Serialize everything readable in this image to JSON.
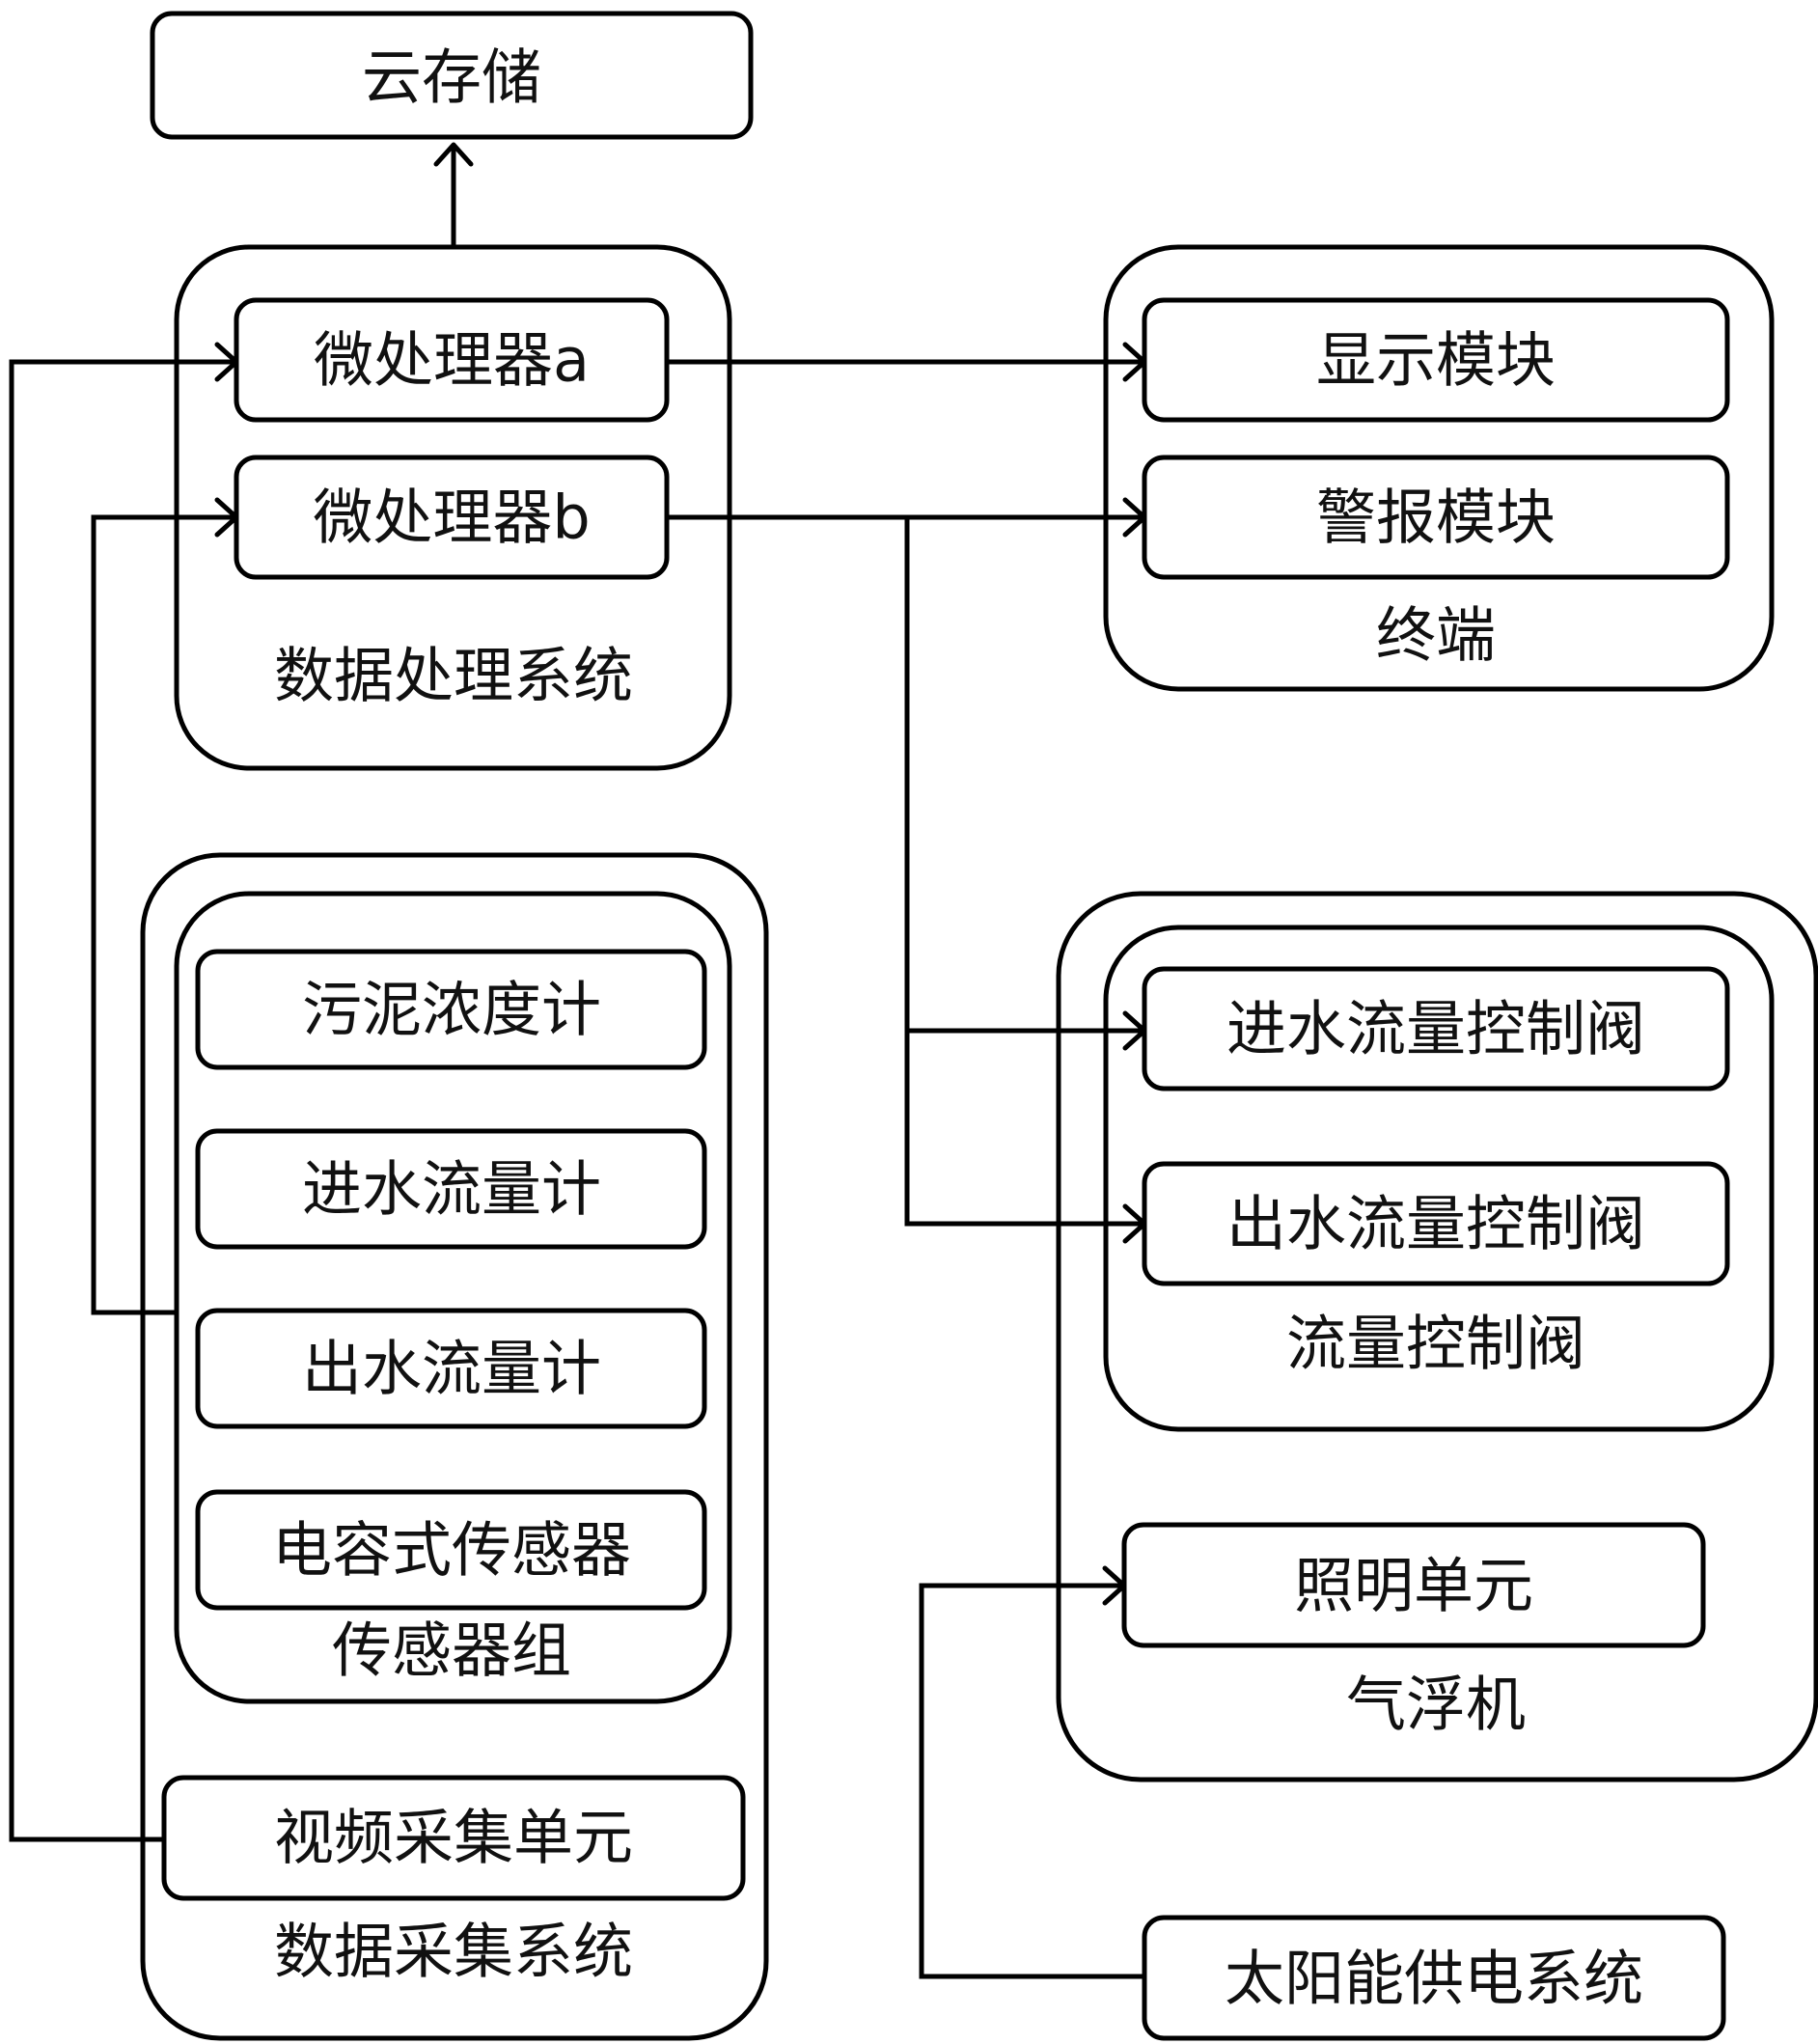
{
  "nodes": {
    "cloud_storage": "云存储",
    "microprocessor_a": "微处理器a",
    "microprocessor_b": "微处理器b",
    "data_processing_system": "数据处理系统",
    "display_module": "显示模块",
    "alarm_module": "警报模块",
    "terminal": "终端",
    "sludge_concentration_meter": "污泥浓度计",
    "inflow_meter": "进水流量计",
    "outflow_meter": "出水流量计",
    "capacitive_sensor": "电容式传感器",
    "sensor_group": "传感器组",
    "video_acquisition_unit": "视频采集单元",
    "data_acquisition_system": "数据采集系统",
    "inflow_control_valve": "进水流量控制阀",
    "outflow_control_valve": "出水流量控制阀",
    "flow_control_valve": "流量控制阀",
    "lighting_unit": "照明单元",
    "air_flotation_machine": "气浮机",
    "solar_power_system": "太阳能供电系统"
  }
}
